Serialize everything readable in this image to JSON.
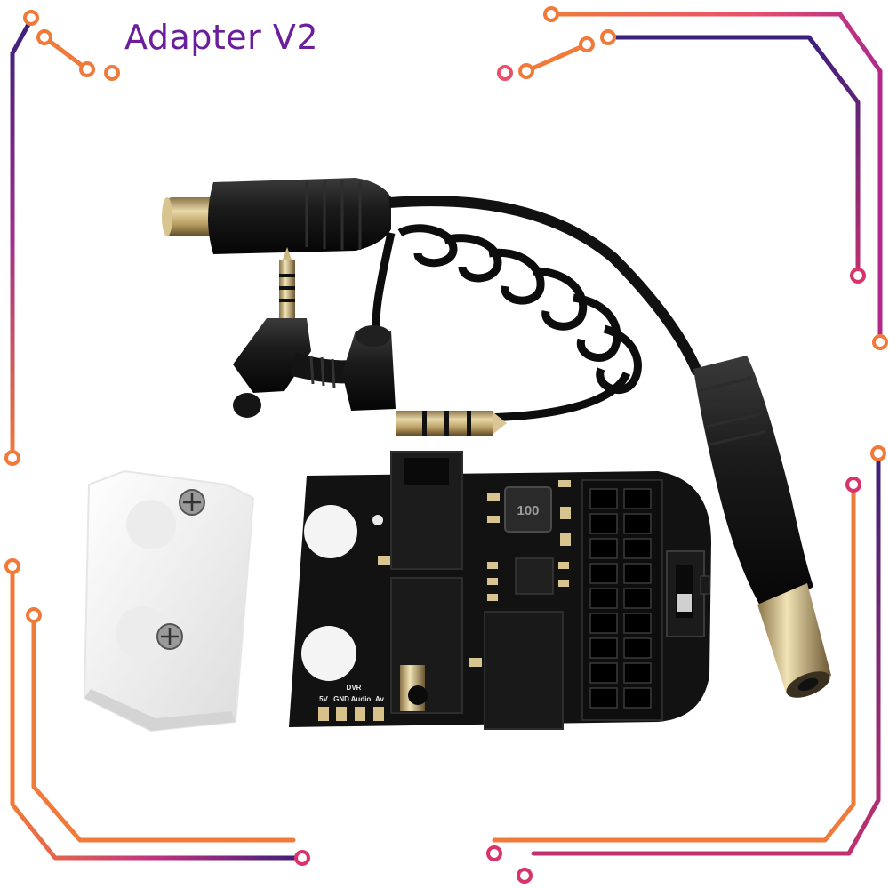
{
  "title": "Adapter V2",
  "pcb": {
    "dvr_label": "DVR",
    "pin_labels": [
      "5V",
      "GND",
      "Audio",
      "Av"
    ],
    "inductor_marking": "100"
  },
  "colors": {
    "title": "#6a1e9a",
    "frame_orange": "#f07a3a",
    "frame_purple": "#4b1f7a",
    "frame_pink": "#d8346a",
    "pcb": "#121212"
  }
}
